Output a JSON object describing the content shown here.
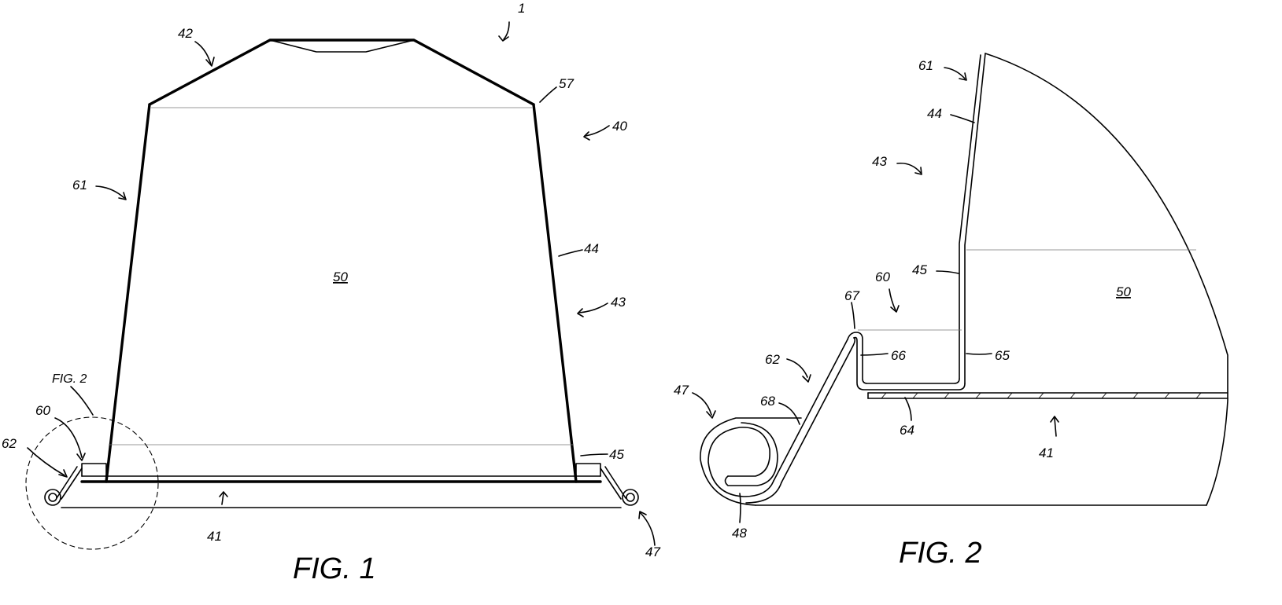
{
  "figures": [
    {
      "caption": "FIG. 1",
      "labels": {
        "ref_1": "1",
        "ref_42": "42",
        "ref_57": "57",
        "ref_40": "40",
        "ref_61": "61",
        "ref_50": "50",
        "ref_44": "44",
        "ref_43": "43",
        "ref_fig2": "FIG. 2",
        "ref_60": "60",
        "ref_62": "62",
        "ref_45": "45",
        "ref_41": "41",
        "ref_47": "47"
      }
    },
    {
      "caption": "FIG. 2",
      "labels": {
        "ref_61": "61",
        "ref_44": "44",
        "ref_43": "43",
        "ref_45": "45",
        "ref_60": "60",
        "ref_50": "50",
        "ref_67": "67",
        "ref_62": "62",
        "ref_66": "66",
        "ref_65": "65",
        "ref_47": "47",
        "ref_68": "68",
        "ref_64": "64",
        "ref_41": "41",
        "ref_48": "48"
      }
    }
  ]
}
